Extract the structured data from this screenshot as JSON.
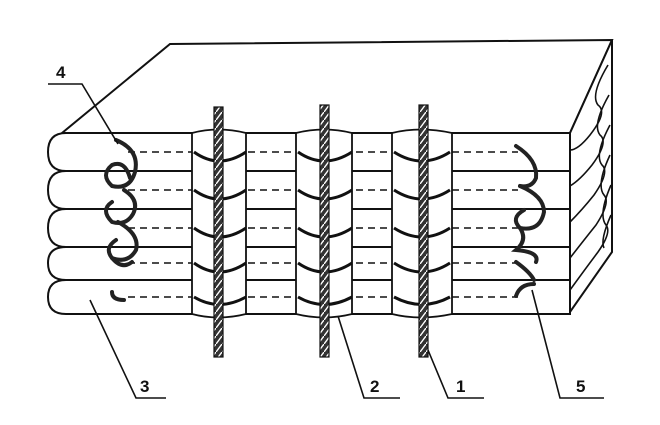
{
  "diagram": {
    "callouts": [
      {
        "id": "4",
        "label": "4"
      },
      {
        "id": "3",
        "label": "3"
      },
      {
        "id": "2",
        "label": "2"
      },
      {
        "id": "1",
        "label": "1"
      },
      {
        "id": "5",
        "label": "5"
      }
    ],
    "colors": {
      "ink": "#111111",
      "paper": "#ffffff"
    }
  }
}
